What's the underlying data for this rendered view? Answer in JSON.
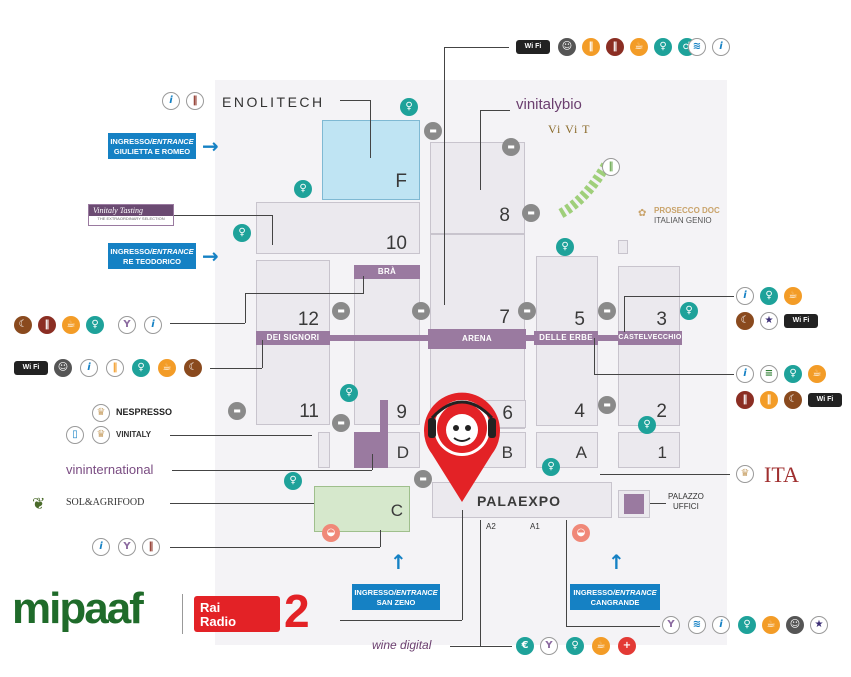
{
  "halls": {
    "f": "F",
    "h8": "8",
    "h10": "10",
    "h12": "12",
    "h7": "7",
    "h5": "5",
    "h3": "3",
    "h11": "11",
    "h9": "9",
    "h6": "6",
    "h4": "4",
    "h2": "2",
    "d": "D",
    "b": "B",
    "a": "A",
    "h1": "1",
    "c": "C"
  },
  "bands": {
    "bra": "BRÀ",
    "dei_signori": "DEI SIGNORI",
    "arena": "ARENA",
    "delle_erbe": "DELLE ERBE",
    "castelvecchio": "CASTELVECCHIO"
  },
  "palaexpo": {
    "label": "PALAEXPO",
    "a2": "A2",
    "a1": "A1"
  },
  "palazzo_uffici": "PALAZZO\nUFFICI",
  "entrances": {
    "giulietta": {
      "line1_bold": "INGRESSO",
      "line1_italic": "/ENTRANCE",
      "line2": "GIULIETTA E ROMEO"
    },
    "teodorico": {
      "line1_bold": "INGRESSO",
      "line1_italic": "/ENTRANCE",
      "line2": "RE TEODORICO"
    },
    "san_zeno": {
      "line1_bold": "INGRESSO",
      "line1_italic": "/ENTRANCE",
      "line2": "SAN ZENO"
    },
    "cangrande": {
      "line1_bold": "INGRESSO",
      "line1_italic": "/ENTRANCE",
      "line2": "CANGRANDE"
    }
  },
  "brands": {
    "enolitech": "ENOLITECH",
    "vinitalybio": "vinitalybio",
    "vivit": "Vi Vi T",
    "prosecco_1": "PROSECCO DOC",
    "prosecco_2": "ITALIAN GENIO",
    "vinitaly_tasting": "Vinitaly Tasting",
    "vinitaly_tasting_sub": "THE EXTRAORDINARY SELECTION",
    "nespresso": "NESPRESSO",
    "vinitaly_app": "VINITALY",
    "vininternational": "vininternational",
    "solagrifood": "SOL&AGRIFOOD",
    "ita": "ITA",
    "mipaaf": "mipaaf",
    "rai_1": "Rai",
    "rai_2": "Radio",
    "rai_3": "2",
    "winedigital": "wine digital"
  },
  "wifi_label": "Wi Fi",
  "colors": {
    "hall_fill": "#ebe9ee",
    "purple": "#9a7aa0",
    "teal": "#1ea29a",
    "orange": "#f39c27",
    "entrance_blue": "#1581c4",
    "marker_red": "#e32226",
    "hall_f": "#bfe4f3",
    "hall_c": "#d6e8cc"
  },
  "icons": {
    "info": "info-icon",
    "restaurant": "restaurant-icon",
    "toilets": "toilets-icon",
    "coffee": "coffee-icon",
    "wine_glass": "wine-glass-icon",
    "bus": "shuttle-bus-icon",
    "first_aid": "first-aid-icon",
    "euro": "atm-icon",
    "star": "vip-star-icon",
    "chef": "chef-icon",
    "moon": "night-icon"
  }
}
